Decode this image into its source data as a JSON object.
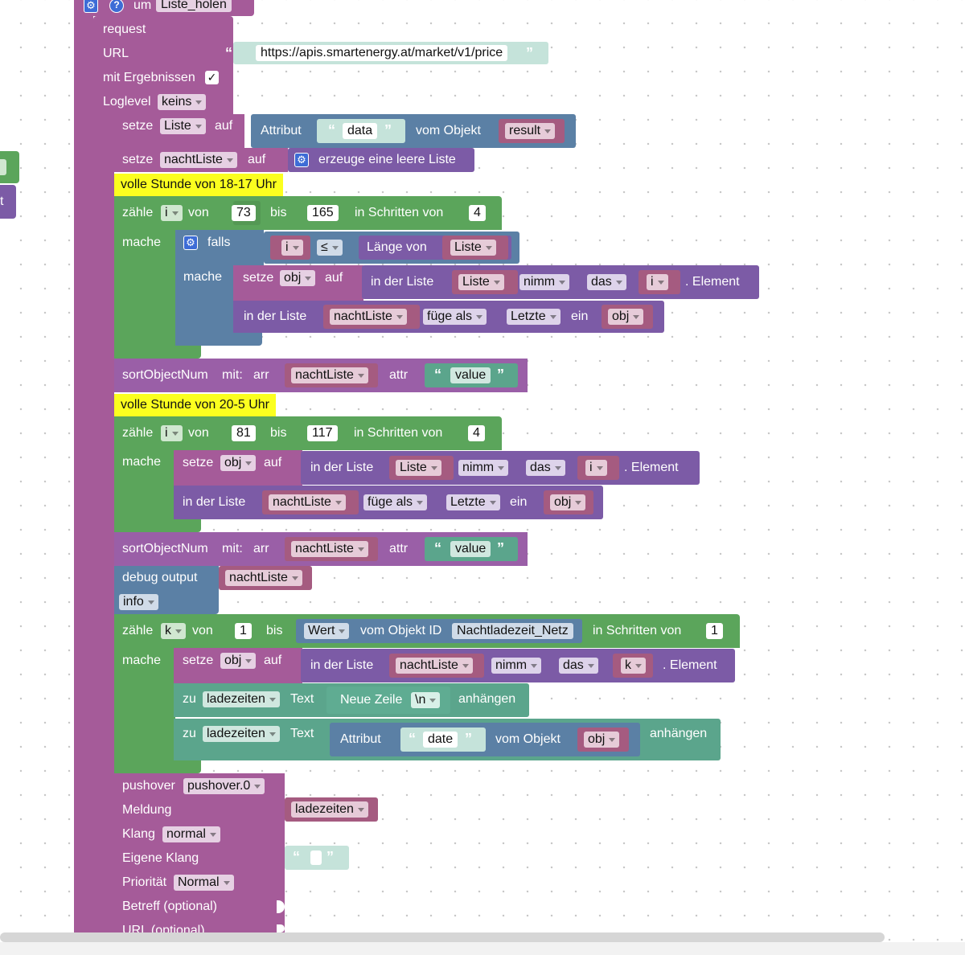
{
  "func": {
    "prefix": "um",
    "name": "Liste_holen"
  },
  "request": {
    "title": "request",
    "url_label": "URL",
    "url": "https://apis.smartenergy.at/market/v1/price",
    "results_label": "mit Ergebnissen",
    "loglevel_label": "Loglevel",
    "loglevel": "keins"
  },
  "s1": {
    "setze": "setze",
    "var": "Liste",
    "auf": "auf",
    "attr_label": "Attribut",
    "attr": "data",
    "vom": "vom Objekt",
    "obj": "result"
  },
  "s2": {
    "setze": "setze",
    "var": "nachtListe",
    "auf": "auf",
    "create": "erzeuge eine leere Liste"
  },
  "note1": "volle Stunde von 18-17 Uhr",
  "loop1": {
    "zahle": "zähle",
    "var": "i",
    "von": "von",
    "from": "73",
    "bis": "bis",
    "to": "165",
    "step_label": "in Schritten von",
    "step": "4",
    "mache": "mache"
  },
  "if1": {
    "falls": "falls",
    "mache": "mache",
    "a": "i",
    "op": "≤",
    "len": "Länge von",
    "list": "Liste"
  },
  "set3": {
    "setze": "setze",
    "var": "obj",
    "auf": "auf",
    "inlist": "in der Liste",
    "list": "Liste",
    "nimm": "nimm",
    "das": "das",
    "idx": "i",
    "element": ". Element"
  },
  "ins1": {
    "inlist": "in der Liste",
    "list": "nachtListe",
    "fuge": "füge als",
    "pos": "Letzte",
    "ein": "ein",
    "obj": "obj"
  },
  "sort1": {
    "label": "sortObjectNum",
    "mit": "mit:",
    "arr": "arr",
    "list": "nachtListe",
    "attr": "attr",
    "val": "value"
  },
  "note2": "volle Stunde von 20-5 Uhr",
  "loop2": {
    "zahle": "zähle",
    "var": "i",
    "von": "von",
    "from": "81",
    "bis": "bis",
    "to": "117",
    "step_label": "in Schritten von",
    "step": "4",
    "mache": "mache"
  },
  "set4": {
    "setze": "setze",
    "var": "obj",
    "auf": "auf",
    "inlist": "in der Liste",
    "list": "Liste",
    "nimm": "nimm",
    "das": "das",
    "idx": "i",
    "element": ". Element"
  },
  "ins2": {
    "inlist": "in der Liste",
    "list": "nachtListe",
    "fuge": "füge als",
    "pos": "Letzte",
    "ein": "ein",
    "obj": "obj"
  },
  "sort2": {
    "label": "sortObjectNum",
    "mit": "mit:",
    "arr": "arr",
    "list": "nachtListe",
    "attr": "attr",
    "val": "value"
  },
  "debug": {
    "label": "debug output",
    "var": "nachtListe",
    "level": "info"
  },
  "loop3": {
    "zahle": "zähle",
    "var": "k",
    "von": "von",
    "from": "1",
    "bis": "bis",
    "wert": "Wert",
    "vomid": "vom Objekt ID",
    "objid": "Nachtladezeit_Netz",
    "step_label": "in Schritten von",
    "step": "1",
    "mache": "mache"
  },
  "set5": {
    "setze": "setze",
    "var": "obj",
    "auf": "auf",
    "inlist": "in der Liste",
    "list": "nachtListe",
    "nimm": "nimm",
    "das": "das",
    "idx": "k",
    "element": ". Element"
  },
  "app1": {
    "zu": "zu",
    "var": "ladezeiten",
    "text": "Text",
    "nz": "Neue Zeile",
    "nl": "\\n",
    "append": "anhängen"
  },
  "app2": {
    "zu": "zu",
    "var": "ladezeiten",
    "text": "Text",
    "attr_label": "Attribut",
    "attr": "date",
    "vom": "vom Objekt",
    "obj": "obj",
    "append": "anhängen"
  },
  "push": {
    "label": "pushover",
    "inst": "pushover.0",
    "msg": "Meldung",
    "msgvar": "ladezeiten",
    "sound": "Klang",
    "soundval": "normal",
    "own": "Eigene Klang",
    "prio": "Priorität",
    "prioval": "Normal",
    "subject": "Betreff (optional)",
    "url": "URL (optional)"
  },
  "left": {
    "t": "t"
  }
}
